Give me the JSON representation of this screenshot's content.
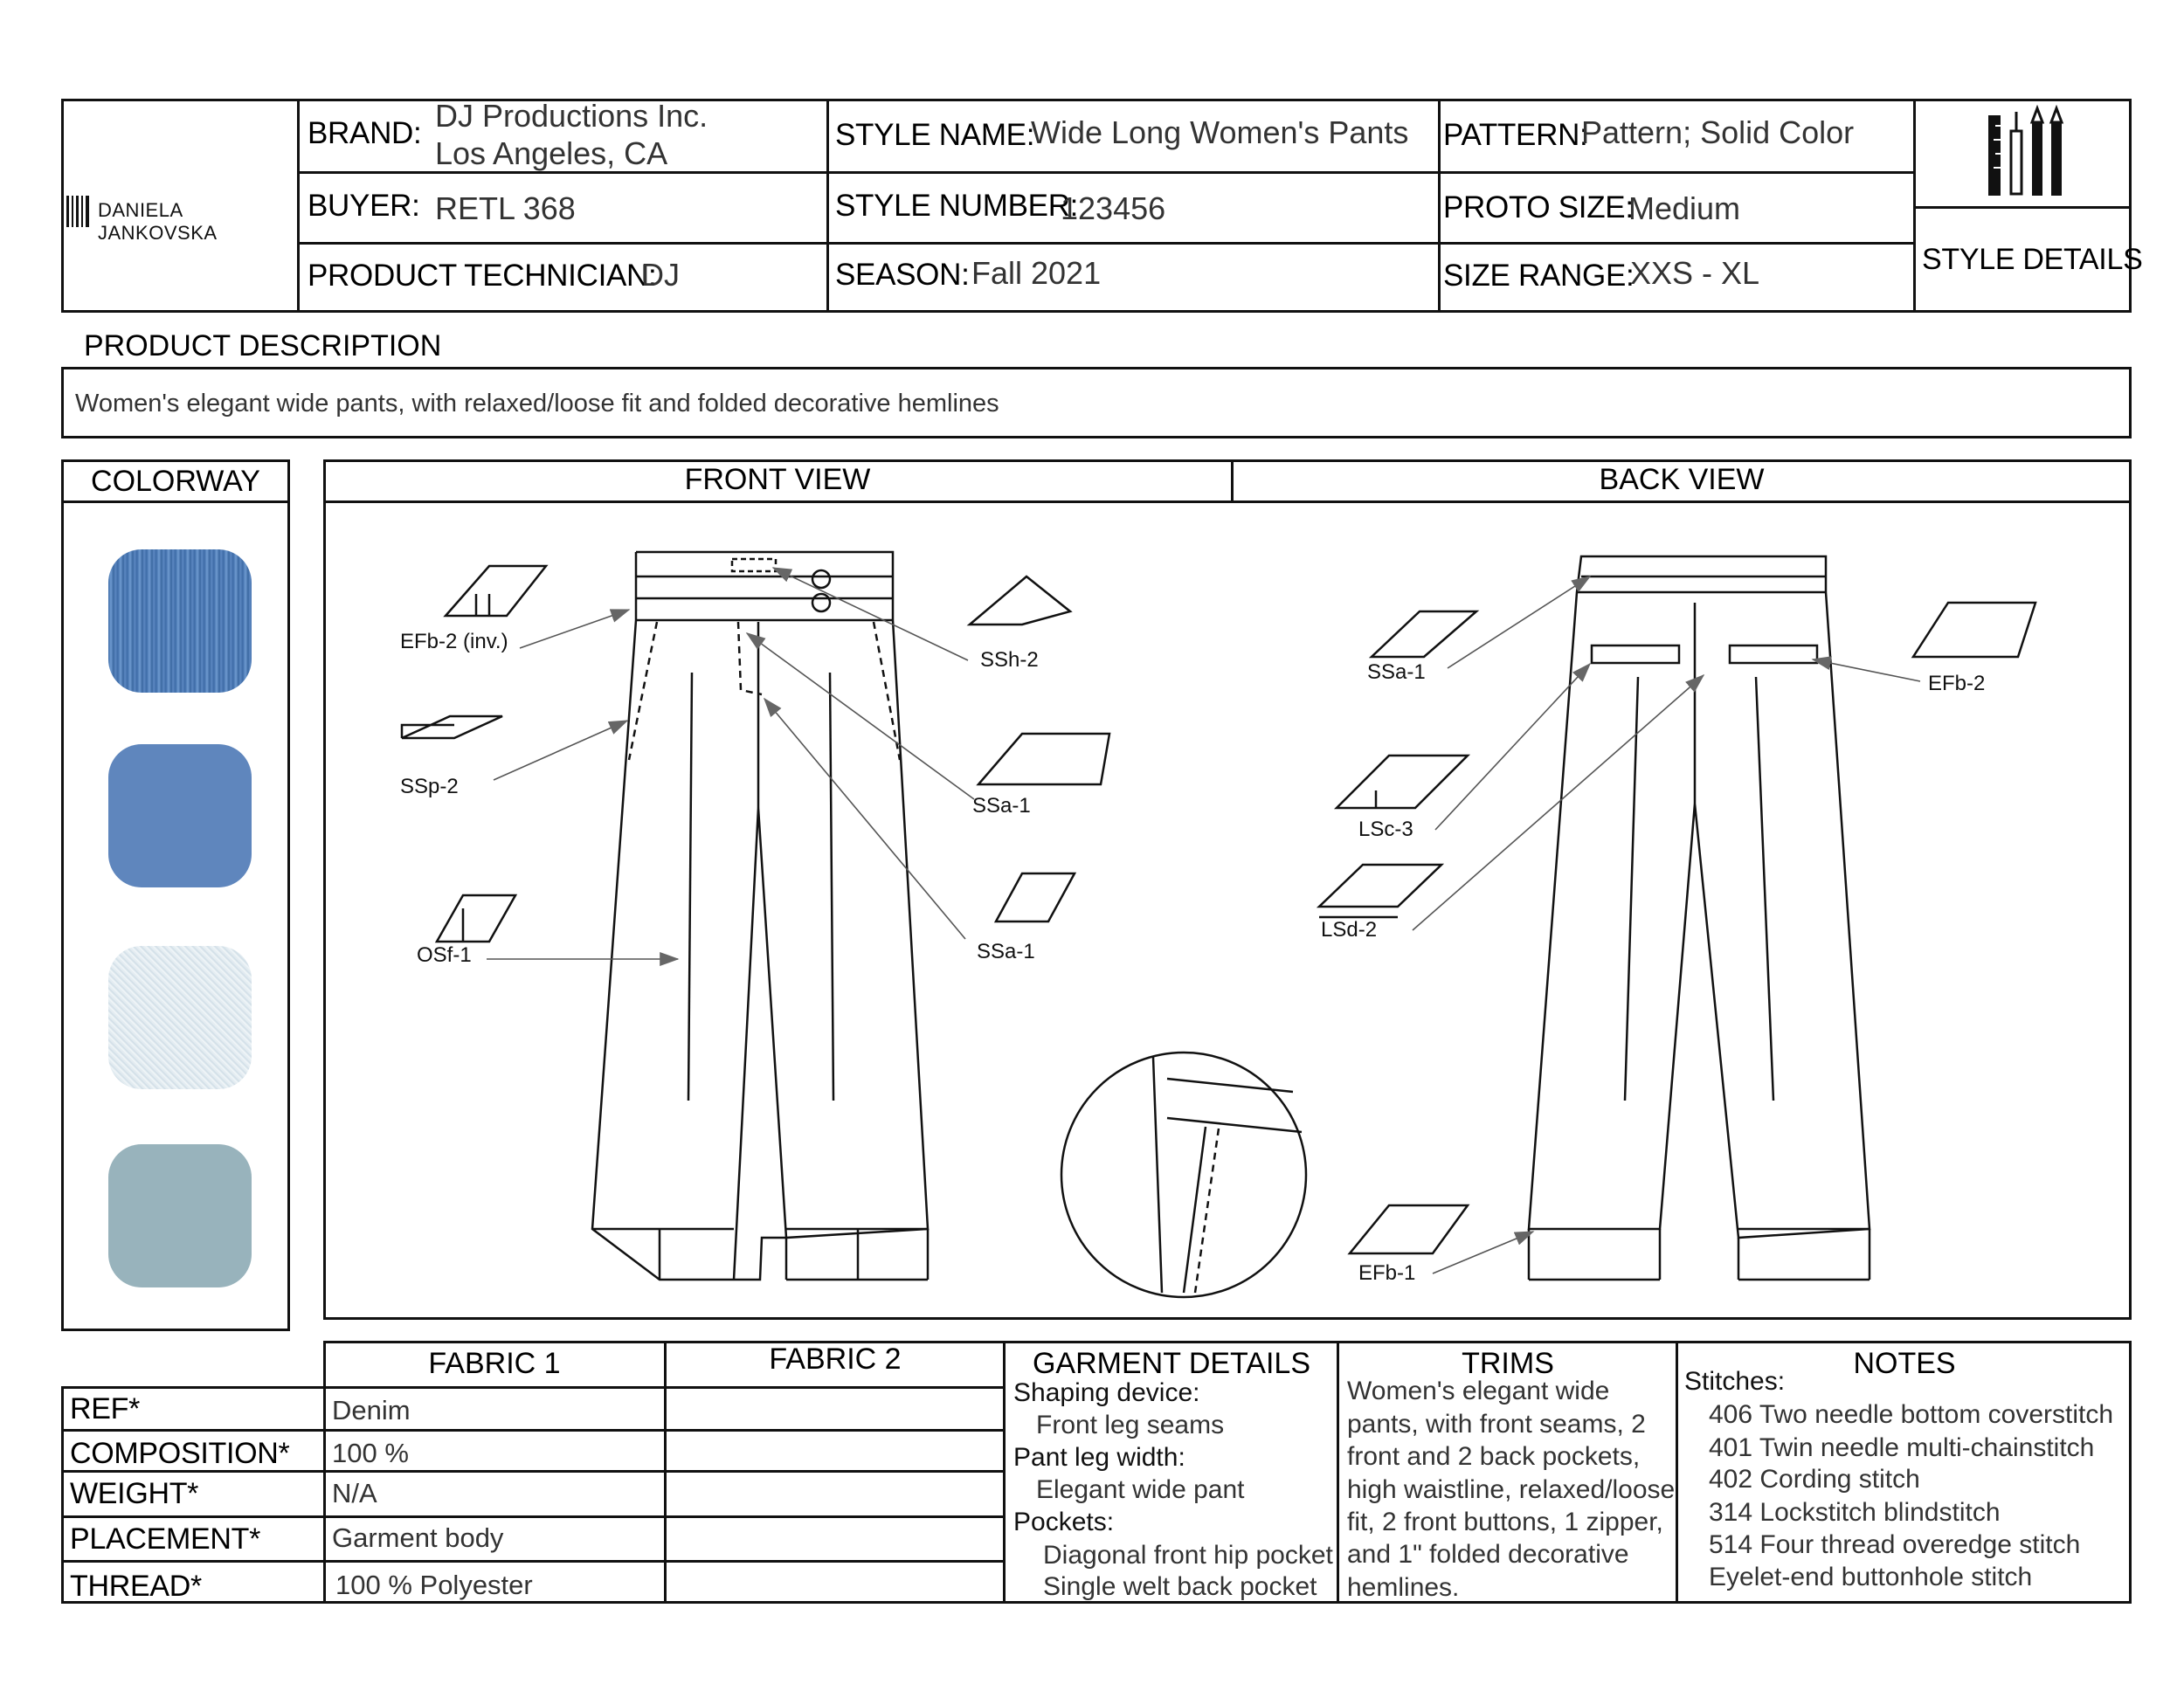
{
  "header": {
    "logo_text": "DANIELA JANKOVSKA",
    "brand_label": "BRAND:",
    "brand_line1": "DJ Productions Inc.",
    "brand_line2": "Los Angeles, CA",
    "buyer_label": "BUYER:",
    "buyer_value": "RETL 368",
    "tech_label": "PRODUCT TECHNICIAN:",
    "tech_value": "DJ",
    "style_name_label": "STYLE NAME:",
    "style_name_value": "Wide Long Women's Pants",
    "style_number_label": "STYLE NUMBER:",
    "style_number_value": "123456",
    "season_label": "SEASON:",
    "season_value": "Fall 2021",
    "pattern_label": "PATTERN:",
    "pattern_value": "Pattern; Solid Color",
    "proto_label": "PROTO SIZE:",
    "proto_value": "Medium",
    "size_range_label": "SIZE RANGE:",
    "size_range_value": "XXS - XL",
    "style_details": "STYLE DETAILS"
  },
  "description": {
    "title": "PRODUCT DESCRIPTION",
    "text": "Women's elegant wide pants, with relaxed/loose fit and folded decorative hemlines"
  },
  "colorway": {
    "title": "COLORWAY",
    "swatches": [
      "#4b7bb6",
      "#5f86bd",
      "#e4eef3",
      "#98b3bc"
    ]
  },
  "views": {
    "front": "FRONT VIEW",
    "back": "BACK VIEW",
    "front_callouts": [
      "EFb-2 (inv.)",
      "SSp-2",
      "OSf-1",
      "SSh-2",
      "SSa-1",
      "SSa-1"
    ],
    "back_callouts": [
      "SSa-1",
      "LSc-3",
      "LSd-2",
      "EFb-2",
      "EFb-1"
    ]
  },
  "fabric": {
    "col1": "FABRIC 1",
    "col2": "FABRIC 2",
    "rows": [
      {
        "label": "REF*",
        "value": "Denim"
      },
      {
        "label": "COMPOSITION*",
        "value": "100 %"
      },
      {
        "label": "WEIGHT*",
        "value": "N/A"
      },
      {
        "label": "PLACEMENT*",
        "value": "Garment body"
      },
      {
        "label": "THREAD*",
        "value": "100 % Polyester"
      }
    ]
  },
  "garment_details": {
    "title": "GARMENT DETAILS",
    "lines": [
      "Shaping device:",
      "Front leg seams",
      "Pant leg width:",
      "Elegant wide pant",
      "Pockets:",
      "Diagonal front hip pocket",
      "Single welt back pocket"
    ]
  },
  "trims": {
    "title": "TRIMS",
    "lines": [
      "Women's elegant wide",
      "pants, with front seams, 2",
      "front and 2 back pockets,",
      "high waistline, relaxed/loose",
      "fit, 2 front buttons, 1 zipper,",
      "and 1\" folded decorative",
      "hemlines."
    ]
  },
  "notes": {
    "title": "NOTES",
    "lines": [
      "Stitches:",
      "406 Two needle bottom coverstitch",
      "401 Twin needle multi-chainstitch",
      "402 Cording stitch",
      "314 Lockstitch blindstitch",
      "514 Four thread overedge stitch",
      "Eyelet-end buttonhole stitch"
    ]
  }
}
